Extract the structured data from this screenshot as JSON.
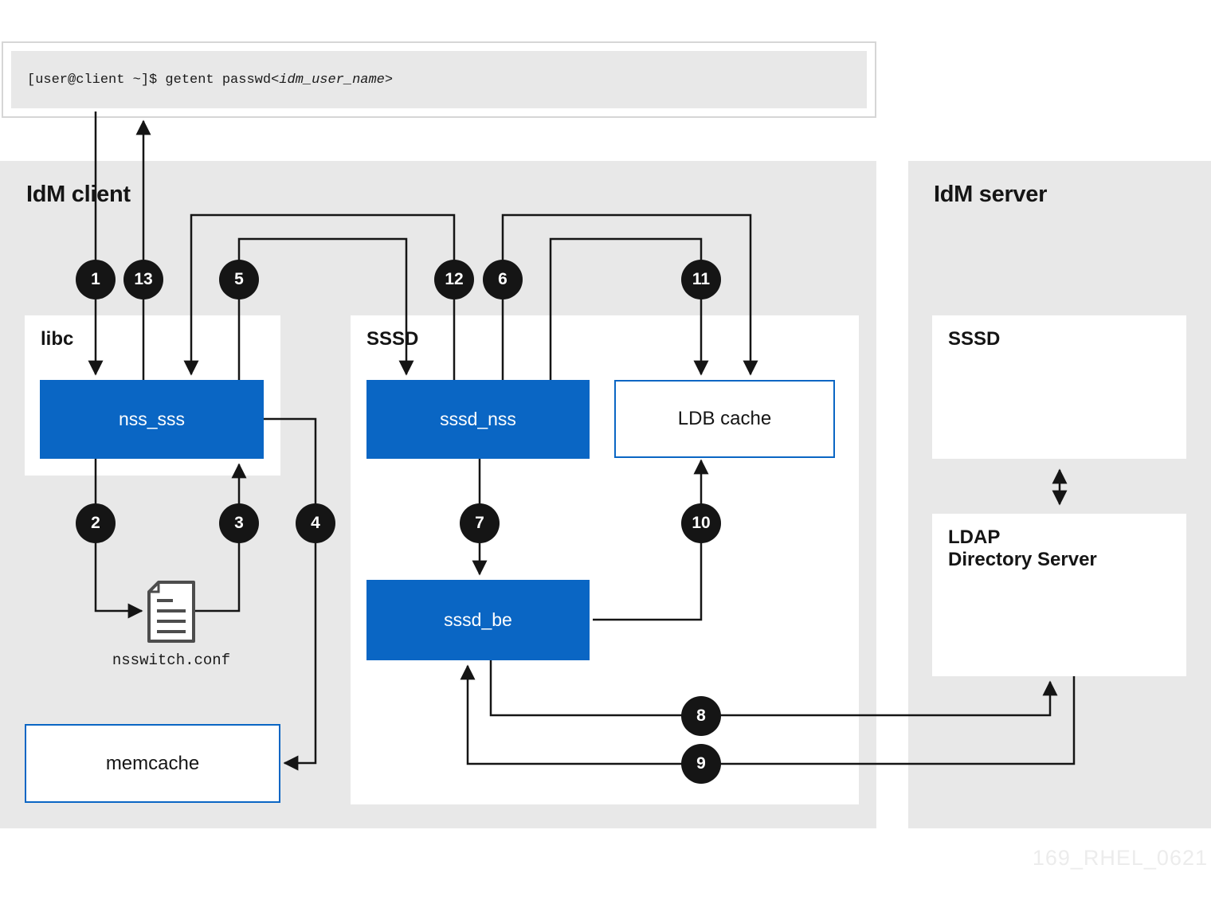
{
  "terminal": {
    "prompt_command": "[user@client ~]$ getent passwd ",
    "argument": "<idm_user_name>"
  },
  "client_panel": {
    "title": "IdM client",
    "libc_label": "libc",
    "sssd_label": "SSSD",
    "nodes": {
      "nss_sss": "nss_sss",
      "sssd_nss": "sssd_nss",
      "sssd_be": "sssd_be",
      "ldb_cache": "LDB cache",
      "memcache": "memcache",
      "nsswitch_conf": "nsswitch.conf"
    }
  },
  "server_panel": {
    "title": "IdM server",
    "sssd_label": "SSSD",
    "ldap_label_line1": "LDAP",
    "ldap_label_line2": "Directory Server"
  },
  "steps": {
    "s1": "1",
    "s2": "2",
    "s3": "3",
    "s4": "4",
    "s5": "5",
    "s6": "6",
    "s7": "7",
    "s8": "8",
    "s9": "9",
    "s10": "10",
    "s11": "11",
    "s12": "12",
    "s13": "13"
  },
  "watermark": "169_RHEL_0621",
  "colors": {
    "accent_blue": "#0a66c4",
    "panel_gray": "#e8e8e8",
    "ink": "#151515",
    "terminal_border": "#d6d6d6",
    "doc_icon_stroke": "#4d4d4d",
    "watermark_gray": "#ececec"
  }
}
